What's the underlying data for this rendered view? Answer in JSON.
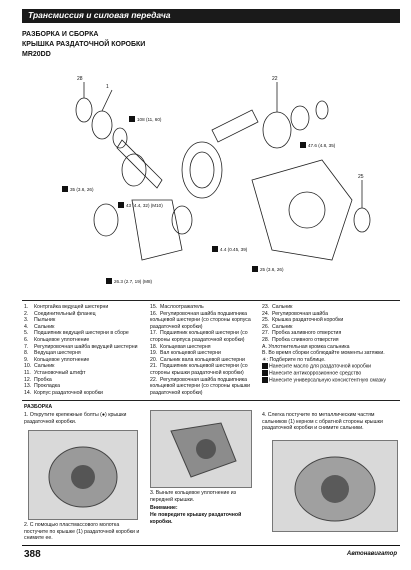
{
  "header": {
    "section": "Трансмиссия и силовая передача"
  },
  "titles": {
    "main": "РАЗБОРКА И СБОРКА",
    "sub": "КРЫШКА РАЗДАТОЧНОЙ КОРОБКИ",
    "model": "MR20DD"
  },
  "torques": [
    "108 (11, 60)",
    "47.6 (4.8, 35)",
    "35 (3.6, 26)",
    "43 (4.4, 32) (M10)",
    "4.4 (0.45, 39)",
    "25 (3.6, 26)",
    "26.3 (2.7, 19) (M8)"
  ],
  "parts_col1": [
    {
      "n": "1.",
      "t": "Контргайка ведущей шестерни"
    },
    {
      "n": "2.",
      "t": "Соединительный фланец"
    },
    {
      "n": "3.",
      "t": "Пыльник"
    },
    {
      "n": "4.",
      "t": "Сальник"
    },
    {
      "n": "5.",
      "t": "Подшипник ведущей шестерни в сборе"
    },
    {
      "n": "6.",
      "t": "Кольцевое уплотнение"
    },
    {
      "n": "7.",
      "t": "Регулировочная шайба ведущей шестерни"
    },
    {
      "n": "8.",
      "t": "Ведущая шестерня"
    },
    {
      "n": "9.",
      "t": "Кольцевое уплотнение"
    },
    {
      "n": "10.",
      "t": "Сальник"
    },
    {
      "n": "11.",
      "t": "Установочный штифт"
    },
    {
      "n": "12.",
      "t": "Пробка"
    },
    {
      "n": "13.",
      "t": "Прокладка"
    },
    {
      "n": "14.",
      "t": "Корпус раздаточной коробки"
    }
  ],
  "parts_col2": [
    {
      "n": "15.",
      "t": "Маслоотражатель"
    },
    {
      "n": "16.",
      "t": "Регулировочная шайба подшипника кольцевой шестерни (со стороны корпуса раздаточной коробки)"
    },
    {
      "n": "17.",
      "t": "Подшипник кольцевой шестерни (со стороны корпуса раздаточной коробки)"
    },
    {
      "n": "18.",
      "t": "Кольцевая шестерня"
    },
    {
      "n": "19.",
      "t": "Вал кольцевой шестерни"
    },
    {
      "n": "20.",
      "t": "Сальник вала кольцевой шестерни"
    },
    {
      "n": "21.",
      "t": "Подшипник кольцевой шестерни (со стороны крышки раздаточной коробки)"
    },
    {
      "n": "22.",
      "t": "Регулировочная шайба подшипника кольцевой шестерни (со стороны крышки раздаточной коробки)"
    }
  ],
  "parts_col3": [
    {
      "n": "23.",
      "t": "Сальник"
    },
    {
      "n": "24.",
      "t": "Регулировочная шайба"
    },
    {
      "n": "25.",
      "t": "Крышка раздаточной коробки"
    },
    {
      "n": "26.",
      "t": "Сальник"
    },
    {
      "n": "27.",
      "t": "Пробка заливного отверстия"
    },
    {
      "n": "28.",
      "t": "Пробка сливного отверстия"
    }
  ],
  "legend": {
    "a": "А. Уплотнительная кромка сальника",
    "b": "В. Во время сборки соблюдайте моменты затяжки.",
    "note": "☀: Подберите по таблице.",
    "grease": "Нанесите масло для раздаточной коробки",
    "anticorr": "Нанесите антикоррозионное средство",
    "universal": "Нанесите универсальную консистентную смазку"
  },
  "steps": {
    "heading": "РАЗБОРКА",
    "s1": "1. Открутите крепежные болты (●) крышки раздаточной коробки.",
    "s2": "2. С помощью пластмассового молотка постучите по крышке (1) раздаточной коробки и снимите ее.",
    "s3": "3. Выньте кольцевое уплотнение из передней крышки.",
    "warn_label": "Внимание:",
    "warn_text": "Не повредите крышку раздаточной коробки.",
    "s4": "4. Слегка постучите по металлическим частям сальников (1) керном с обратной стороны крышки раздаточной коробки и снимите сальники."
  },
  "footer": {
    "page": "388",
    "publisher": "Автонавигатор"
  }
}
